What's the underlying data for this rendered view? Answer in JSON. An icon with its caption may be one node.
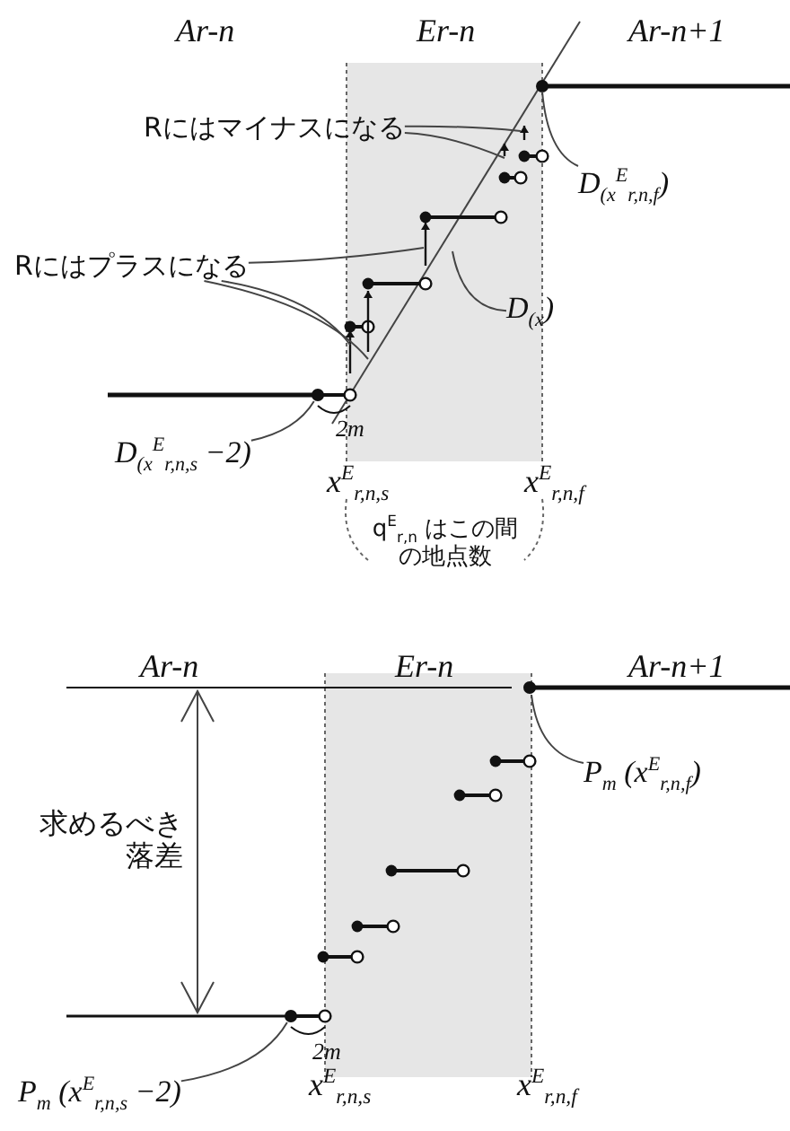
{
  "diagram": {
    "nodes": [
      {
        "text": [
          "Rにはマイナスになる"
        ]
      },
      {
        "text": [
          "Rにはプラスになる"
        ]
      },
      {
        "text": [
          "D$_{(x}$$^{E}$$_{r,n,f}$)"
        ]
      },
      {
        "text": [
          "D$_{(x}$)"
        ]
      },
      {
        "text": [
          "D$_{(x}$$^{E}$$_{r,n,s}$ −2)"
        ]
      },
      {
        "text": [
          "P$_{m}$ (x$^{E}$$_{r,n,f}$)"
        ]
      },
      {
        "text": [
          "P$_{m}$ (x$^{E}$$_{r,n,s}$ −2)"
        ]
      },
      {
        "text": [],
        "shape": "circle"
      },
      {
        "text": [],
        "shape": "circle"
      }
    ],
    "edges": [
      {
        "from": 0,
        "to": null,
        "arrow": "none"
      },
      {
        "from": 0,
        "to": null,
        "arrow": "none"
      },
      {
        "from": 1,
        "to": null,
        "arrow": "none"
      },
      {
        "from": 1,
        "to": null,
        "arrow": "none"
      },
      {
        "from": 1,
        "to": null,
        "arrow": "none"
      },
      {
        "from": 2,
        "to": null,
        "arrow": "none"
      },
      {
        "from": 3,
        "to": null,
        "arrow": "none"
      },
      {
        "from": 4,
        "to": 7,
        "arrow": "none"
      },
      {
        "from": 5,
        "to": null,
        "arrow": "none"
      },
      {
        "from": 6,
        "to": 8,
        "arrow": "none"
      }
    ],
    "labels": [
      "Ar-n",
      "Er-n",
      "Ar-n+1",
      "2m",
      "x$^{E}$$_{r,n,s}$",
      "x$^{E}$$_{r,n,f}$",
      "q$^{E}$$_{r,n}$ はこの間の地点数",
      "Ar-n",
      "Er-n",
      "Ar-n+1",
      "求めるべき落差",
      "2m",
      "x$^{E}$$_{r,n,s}$",
      "x$^{E}$$_{r,n,f}$"
    ]
  }
}
